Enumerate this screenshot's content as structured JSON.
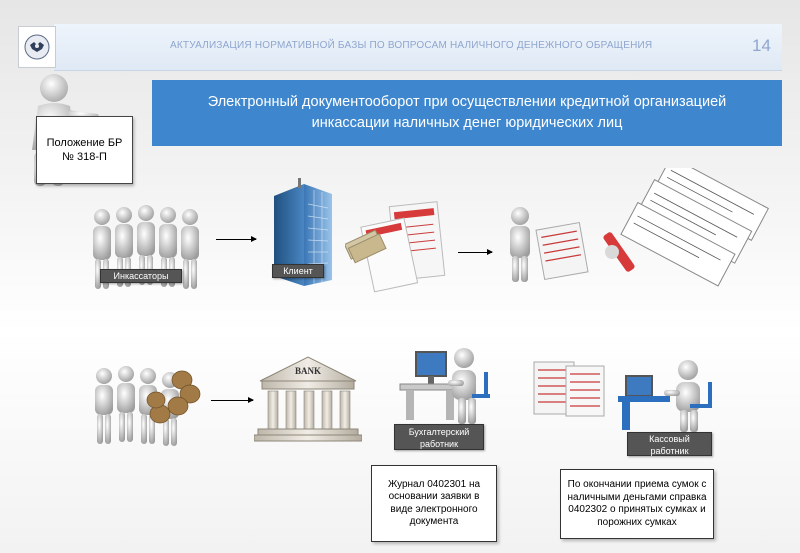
{
  "header": {
    "title": "АКТУАЛИЗАЦИЯ НОРМАТИВНОЙ БАЗЫ ПО ВОПРОСАМ НАЛИЧНОГО ДЕНЕЖНОГО ОБРАЩЕНИЯ",
    "page_number": "14"
  },
  "main_title": "Электронный документооборот при осуществлении кредитной организацией инкассации наличных денег юридических лиц",
  "regulation_sign": {
    "line1": "Положение БР",
    "line2": "№ 318-П"
  },
  "labels": {
    "collectors": "Инкассаторы",
    "client": "Клиент",
    "bank": "BANK",
    "accountant_line1": "Бухгалтерский",
    "accountant_line2": "работник",
    "cashier_line1": "Кассовый",
    "cashier_line2": "работник"
  },
  "notes": {
    "journal": "Журнал 0402301 на основании заявки в виде электронного документа",
    "certificate": "По окончании приема сумок с наличными деньгами справка 0402302 о принятых сумках и порожних сумках"
  },
  "colors": {
    "title_box": "#3e87cf",
    "header_text": "#8fa6cf",
    "label_bg": "#555555"
  }
}
